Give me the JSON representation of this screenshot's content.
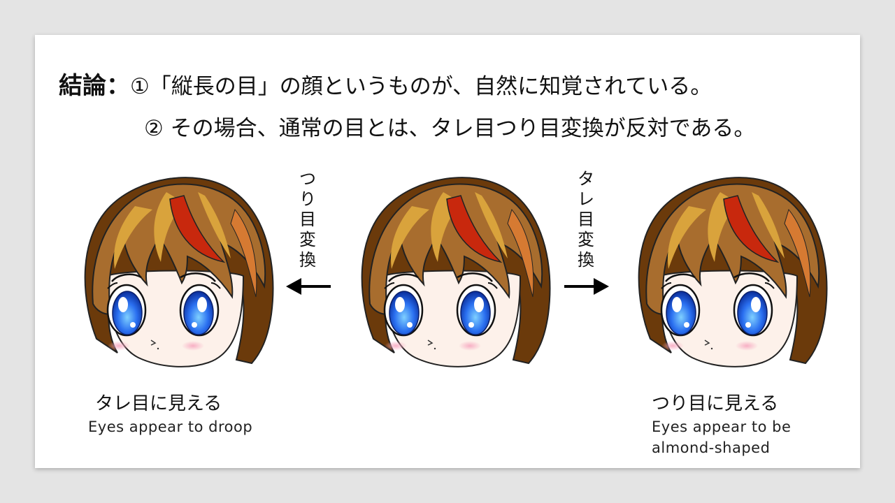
{
  "header": {
    "label": "結論：",
    "line1": "①「縦長の目」の顔というものが、自然に知覚されている。",
    "line2": "② その場合、通常の目とは、タレ目つり目変換が反対である。"
  },
  "left_arrow_label": "つり目変換",
  "right_arrow_label": "タレ目変換",
  "left_caption": {
    "jp": "タレ目に見える",
    "en": "Eyes appear to droop"
  },
  "right_caption": {
    "jp": "つり目に見える",
    "en_line1": "Eyes appear to be",
    "en_line2": "almond-shaped"
  },
  "icons": [
    "anime-face-illustration",
    "arrow-left-icon",
    "arrow-right-icon"
  ],
  "colors": {
    "hair_dark": "#6b3a0b",
    "hair_light": "#a86d2e",
    "hair_highlight": "#d9a33c",
    "hair_red": "#c8280d",
    "skin": "#fdf1ea",
    "eye_blue": "#1e5ae8",
    "blush": "#f7b8c8"
  }
}
